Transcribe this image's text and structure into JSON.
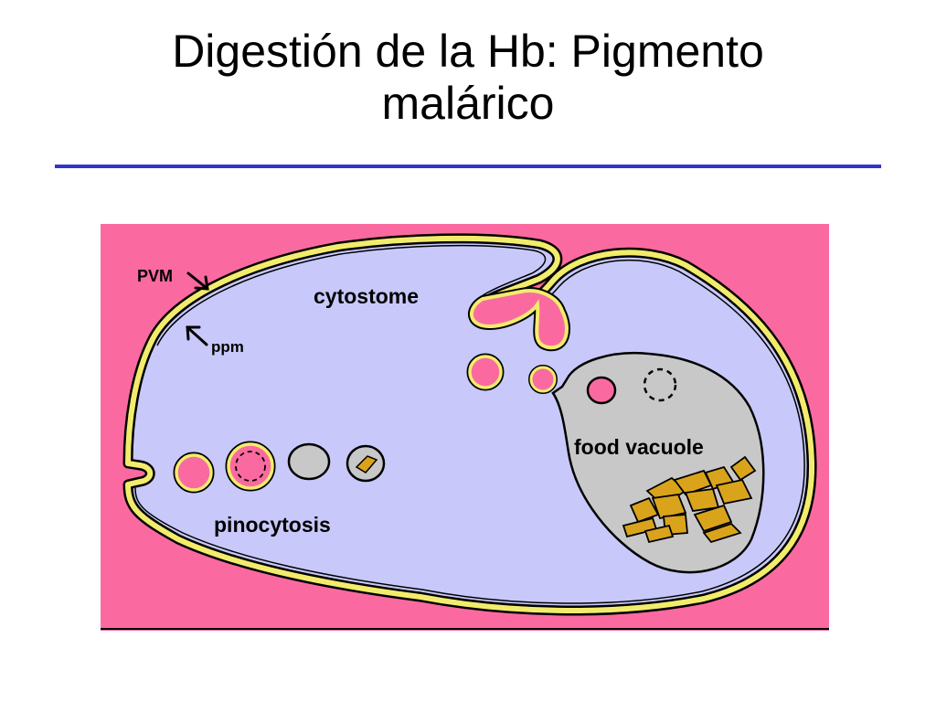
{
  "slide": {
    "title_line1": "Digestión de la Hb: Pigmento",
    "title_line2": "malárico"
  },
  "diagram": {
    "labels": {
      "pvm": "PVM",
      "ppm": "ppm",
      "cytostome": "cytostome",
      "food_vacuole": "food vacuole",
      "pinocytosis": "pinocytosis"
    },
    "colors": {
      "background": "#fa6aa0",
      "cytoplasm": "#c8c9fa",
      "membrane": "#f2ec6c",
      "food_vacuole": "#c8c8c8",
      "hemozoin": "#d9a41c",
      "title_rule": "#3333cc"
    }
  }
}
